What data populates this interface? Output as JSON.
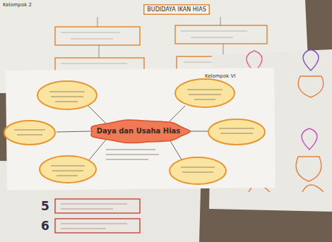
{
  "diagram": {
    "nodes": [
      {
        "text": [
          "BUDIDAYA IKAN HIAS"
        ]
      },
      {
        "text": [
          "Daya dan Usaha Hias"
        ]
      }
    ],
    "labels": [
      "Kelompok 2",
      "Kelompok VI",
      "5",
      "6"
    ]
  }
}
